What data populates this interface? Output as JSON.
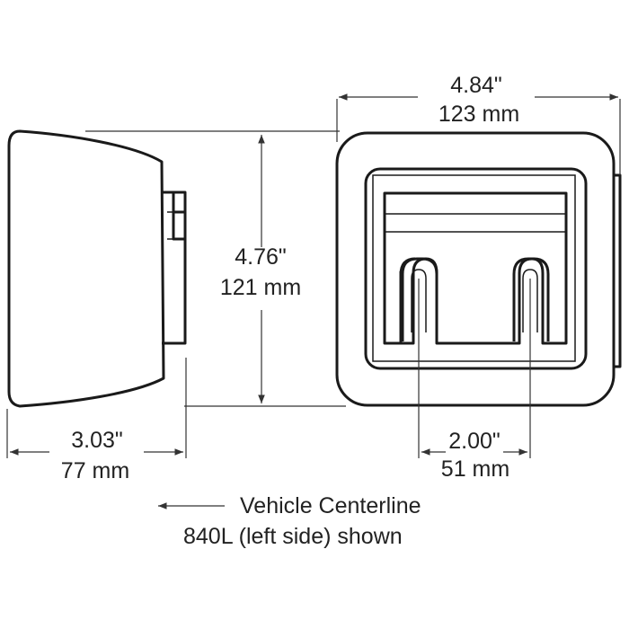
{
  "dimensions": {
    "width_in": "4.84\"",
    "width_mm": "123 mm",
    "height_in": "4.76\"",
    "height_mm": "121 mm",
    "depth_in": "3.03\"",
    "depth_mm": "77 mm",
    "mount_spacing_in": "2.00\"",
    "mount_spacing_mm": "51 mm"
  },
  "notes": {
    "direction": "Vehicle Centerline",
    "model": "840L (left side) shown"
  }
}
